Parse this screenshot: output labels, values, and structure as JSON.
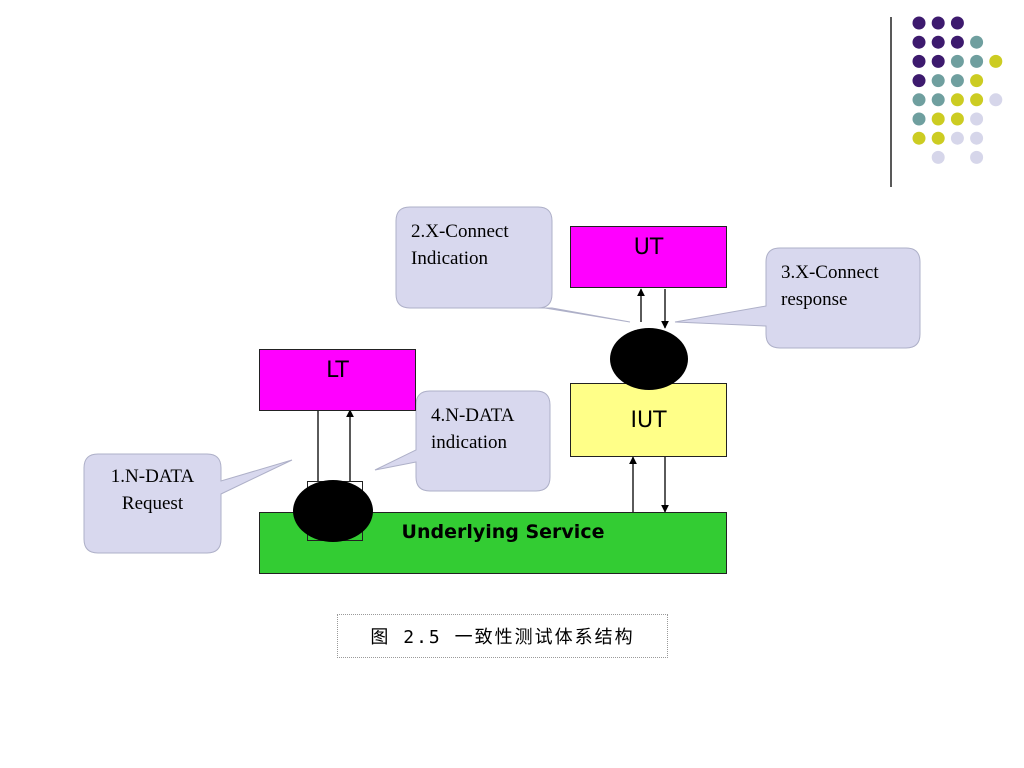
{
  "boxes": {
    "ut": "UT",
    "lt": "LT",
    "iut": "IUT",
    "underlying": "Underlying Service"
  },
  "callouts": {
    "n_data_request": [
      "1.N-DATA",
      "Request"
    ],
    "x_connect_indication": [
      "2.X-Connect",
      "Indication"
    ],
    "x_connect_response": [
      "3.X-Connect",
      "response"
    ],
    "n_data_indication": [
      "4.N-DATA",
      "indication"
    ]
  },
  "caption": "图 2.5 一致性测试体系结构",
  "colors": {
    "ut_lt_fill": "#ff00ff",
    "iut_fill": "#ffff88",
    "underlying_fill": "#33cc33",
    "callout_fill": "#d8d8ee",
    "callout_stroke": "#aeb0c8",
    "dot_purple": "#3d1a6e",
    "dot_teal": "#6f9f9f",
    "dot_yellow": "#cccc22",
    "dot_lavender": "#d6d6ea"
  },
  "decoration": {
    "dot_grid": [
      [
        "purple",
        "purple",
        "purple",
        "",
        ""
      ],
      [
        "purple",
        "purple",
        "purple",
        "teal",
        ""
      ],
      [
        "purple",
        "purple",
        "teal",
        "teal",
        "yellow"
      ],
      [
        "purple",
        "teal",
        "teal",
        "yellow",
        ""
      ],
      [
        "teal",
        "teal",
        "yellow",
        "yellow",
        "lavender"
      ],
      [
        "teal",
        "yellow",
        "yellow",
        "lavender",
        ""
      ],
      [
        "yellow",
        "yellow",
        "lavender",
        "lavender",
        ""
      ],
      [
        "",
        "lavender",
        "",
        "lavender",
        ""
      ]
    ]
  }
}
